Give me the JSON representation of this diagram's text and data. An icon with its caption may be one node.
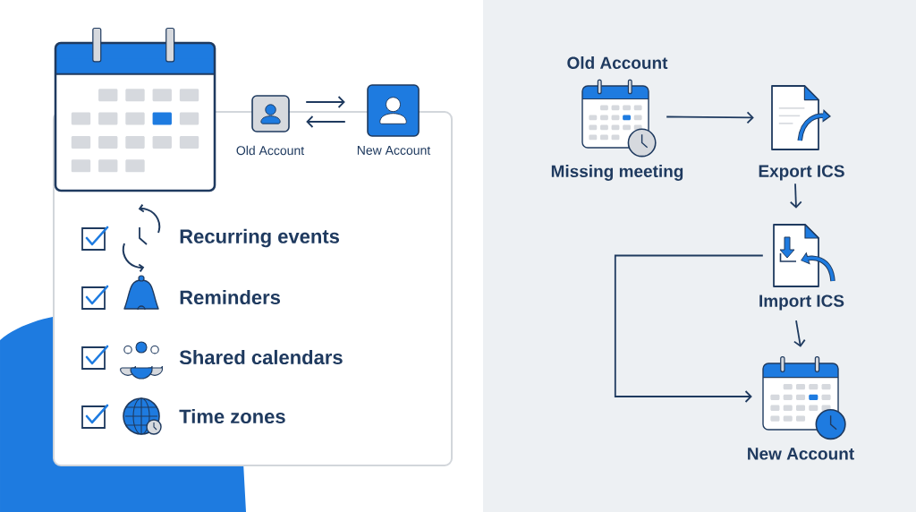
{
  "diagram": {
    "nodes": [
      {
        "text": [
          "Old Account"
        ]
      },
      {
        "text": [
          "New Account"
        ]
      },
      {
        "text": [
          "Old Account",
          "Missing meeting"
        ]
      },
      {
        "text": [
          "Export ICS"
        ]
      },
      {
        "text": [
          "Import ICS"
        ]
      },
      {
        "text": [
          "New Account"
        ]
      }
    ],
    "edges": [
      {
        "from": 0,
        "to": 1,
        "arrow": "to"
      },
      {
        "from": 1,
        "to": 0,
        "arrow": "to"
      },
      {
        "from": 2,
        "to": 3,
        "arrow": "to"
      },
      {
        "from": 3,
        "to": 4,
        "arrow": "to"
      },
      {
        "from": 4,
        "to": 5,
        "arrow": "to"
      },
      {
        "from": 4,
        "to": 5,
        "arrow": "to"
      }
    ],
    "labels": [
      "Recurring events",
      "Reminders",
      "Shared calendars",
      "Time zones"
    ]
  }
}
